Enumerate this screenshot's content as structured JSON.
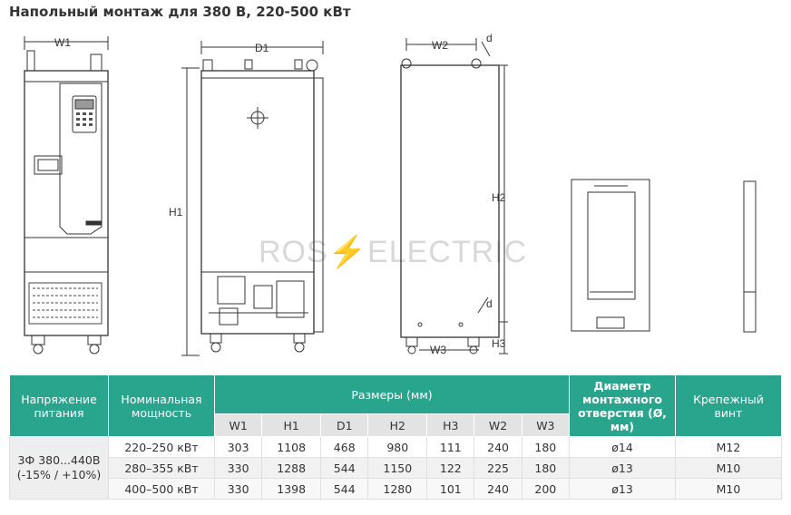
{
  "title": "Напольный монтаж для 380 В, 220-500 кВт",
  "watermark": {
    "left": "ROS",
    "bolt": "⚡",
    "right": "ELECTRIC"
  },
  "dims": {
    "w1": "W1",
    "d1": "D1",
    "w2": "W2",
    "w3": "W3",
    "h1": "H1",
    "h2": "H2",
    "h3": "H3",
    "d": "d"
  },
  "table": {
    "h_supply": "Напряжение питания",
    "h_power": "Номинальная мощность",
    "h_sizes": "Размеры (мм)",
    "h_diam": "Диаметр монтажного отверстия (Ø, мм)",
    "h_screw": "Крепежный винт",
    "sub": [
      "W1",
      "H1",
      "D1",
      "H2",
      "H3",
      "W2",
      "W3"
    ],
    "supply_line1": "3Ф 380...440В",
    "supply_line2": "(-15% / +10%)",
    "rows": [
      {
        "power": "220–250 кВт",
        "vals": [
          "303",
          "1108",
          "468",
          "980",
          "111",
          "240",
          "180"
        ],
        "diam": "ø14",
        "screw": "M12"
      },
      {
        "power": "280–355 кВт",
        "vals": [
          "330",
          "1288",
          "544",
          "1150",
          "122",
          "225",
          "180"
        ],
        "diam": "ø13",
        "screw": "M10"
      },
      {
        "power": "400–500 кВт",
        "vals": [
          "330",
          "1398",
          "544",
          "1280",
          "101",
          "240",
          "200"
        ],
        "diam": "ø13",
        "screw": "M10"
      }
    ]
  }
}
